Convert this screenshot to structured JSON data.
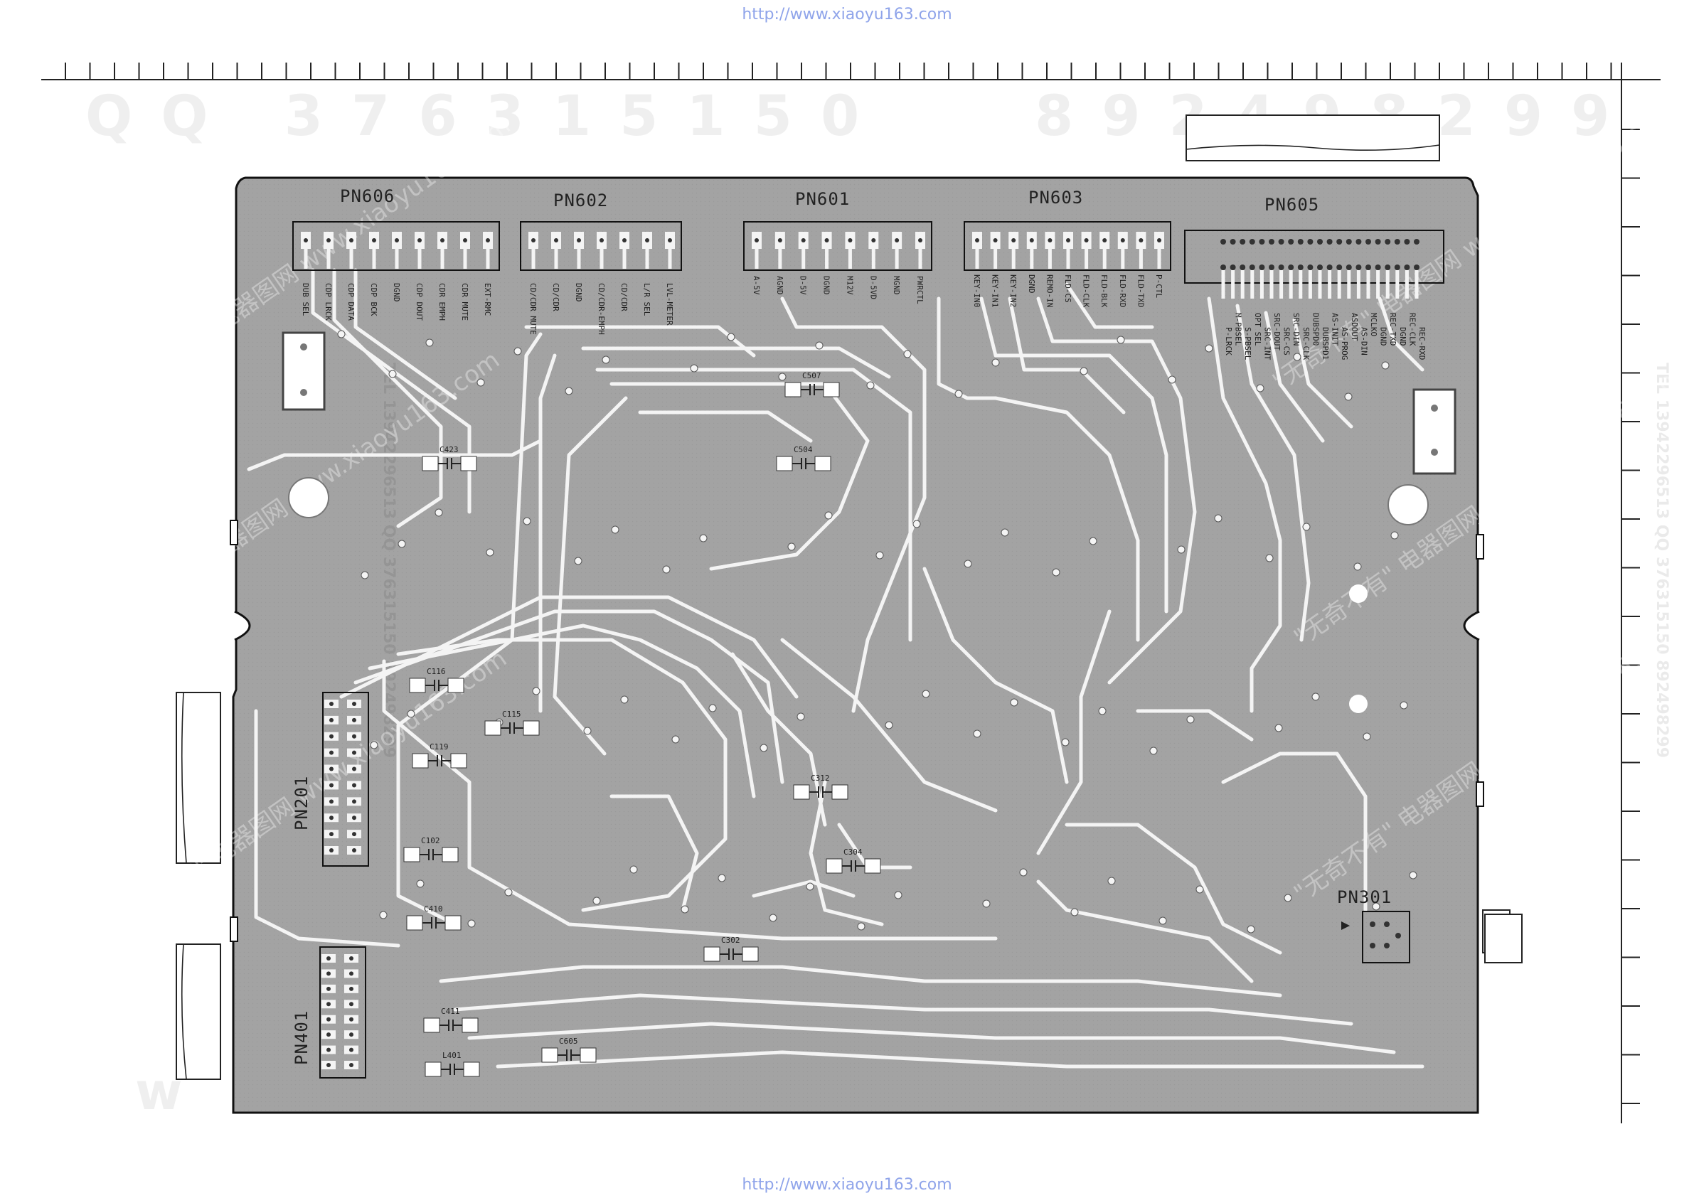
{
  "source_url_top": "http://www.xiaoyu163.com",
  "source_url_bottom": "http://www.xiaoyu163.com",
  "watermark": {
    "qq_line": "QQ 376315150",
    "number_line": "892498299",
    "side_text_left": "TEL 13942296513 QQ 376315150 892498299",
    "side_text_right": "TEL 13942296513 QQ 376315150 892498299",
    "diagonal_text": "\"无奇不有\" 电器图网 www.xiaoyu163.com",
    "bottom_letter": "w"
  },
  "connectors": {
    "pn606": {
      "name": "PN606",
      "pins": [
        "DUB SEL",
        "CDP LRCK",
        "CDP DATA",
        "CDP BCK",
        "DGND",
        "CDP DOUT",
        "CDR EMPH",
        "CDR MUTE",
        "EXT-RMC"
      ]
    },
    "pn602": {
      "name": "PN602",
      "pins": [
        "CD/CDR MUTE",
        "CD/CDR",
        "DGND",
        "CD/CDR-EMPH",
        "CD/CDR",
        "L/R SEL",
        "LVL-METER"
      ]
    },
    "pn601": {
      "name": "PN601",
      "pins": [
        "A-5V",
        "AGND",
        "D-5V",
        "DGND",
        "M12V",
        "D-5VD",
        "MGND",
        "PWRCTL"
      ]
    },
    "pn603": {
      "name": "PN603",
      "pins": [
        "KEY-IN0",
        "KEY-IN1",
        "KEY-IN2",
        "DGND",
        "REMO-IN",
        "FLD-CS",
        "FLD-CLK",
        "FLD-BLK",
        "FLD-RXD",
        "FLD-TXD",
        "P-CTL"
      ]
    },
    "pn605": {
      "name": "PN605",
      "pins": [
        "P-LRCK",
        "M-PBSEL",
        "S-PBSEL",
        "OPT SEL",
        "SRC-INT",
        "SRC-DOUT",
        "SRC-CS",
        "SRC-DIN",
        "SRC-CLK",
        "DUBSPD0",
        "DUBSPD1",
        "AS-INIT",
        "AS-PROG",
        "ASDOUT",
        "AS-DIN",
        "MCLKO",
        "DGND",
        "REC-TXD",
        "DGND",
        "REC-CLK",
        "REC-RXD"
      ]
    },
    "pn201": {
      "name": "PN201"
    },
    "pn401": {
      "name": "PN401"
    },
    "pn301": {
      "name": "PN301"
    }
  },
  "components": [
    "C507",
    "C504",
    "C423",
    "C116",
    "C115",
    "C119",
    "C102",
    "C410",
    "C411",
    "L401",
    "C605",
    "C302",
    "C312",
    "C304"
  ]
}
